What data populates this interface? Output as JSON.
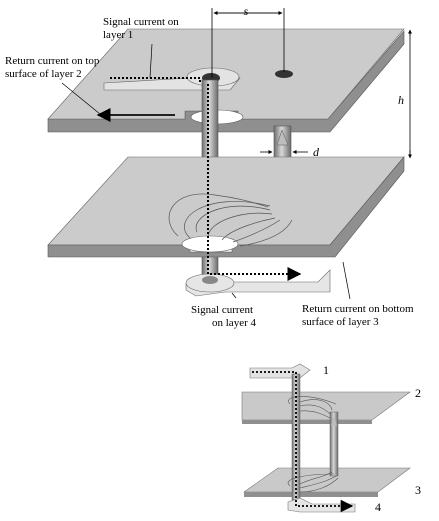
{
  "labels": {
    "signal_top_line1": "Signal current on",
    "signal_top_line2": "layer 1",
    "return_top_line1": "Return current on top",
    "return_top_line2": "surface of layer 2",
    "signal_bottom_line1": "Signal current",
    "signal_bottom_line2": "on layer 4",
    "return_bottom_line1": "Return current on bottom",
    "return_bottom_line2": "surface of layer 3"
  },
  "dimensions": {
    "spacing": "s",
    "height": "h",
    "diameter": "d"
  },
  "small_figure_layers": [
    "1",
    "2",
    "3",
    "4"
  ],
  "colors": {
    "plane_top": "#c9c9c9",
    "plane_side": "#8f8f8f",
    "via": "#9a9a9a",
    "path": "#000000"
  }
}
